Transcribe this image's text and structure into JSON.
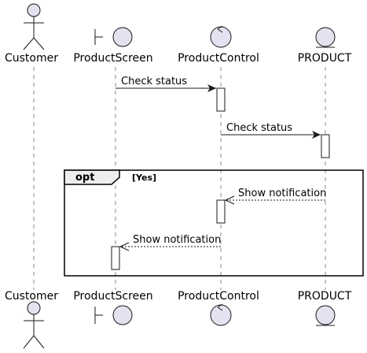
{
  "participants": [
    {
      "label": "Customer",
      "type": "actor"
    },
    {
      "label": "ProductScreen",
      "type": "boundary"
    },
    {
      "label": "ProductControl",
      "type": "control"
    },
    {
      "label": "PRODUCT",
      "type": "entity"
    }
  ],
  "messages": [
    {
      "from": 1,
      "to": 2,
      "label": "Check status",
      "style": "solid"
    },
    {
      "from": 2,
      "to": 3,
      "label": "Check status",
      "style": "solid"
    },
    {
      "from": 3,
      "to": 2,
      "label": "Show notification",
      "style": "dashed"
    },
    {
      "from": 2,
      "to": 1,
      "label": "Show notification",
      "style": "dashed"
    }
  ],
  "fragment": {
    "keyword": "opt",
    "condition": "[Yes]"
  },
  "colors": {
    "participant_fill": "#e2e2f0",
    "stroke": "#181818",
    "lifeline": "#888888",
    "activation_fill": "#ffffff",
    "frame_tab_fill": "#eeeeee"
  }
}
